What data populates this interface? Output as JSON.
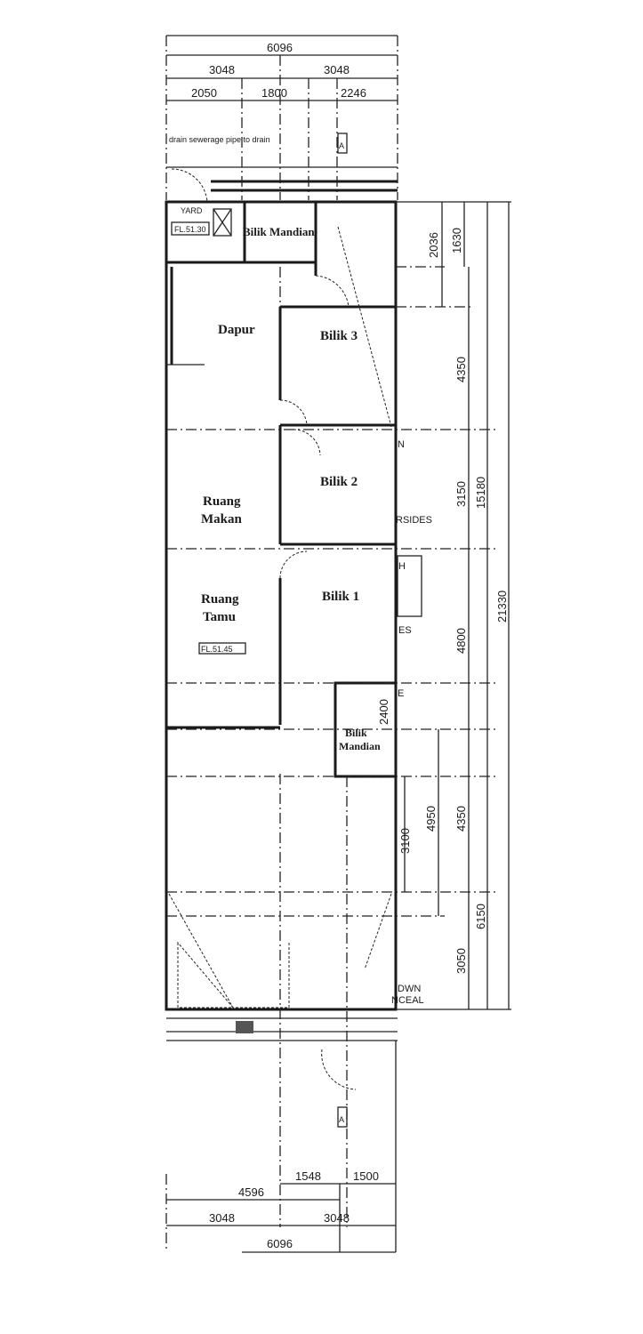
{
  "top_dimensions": {
    "overall": "6096",
    "half_left": "3048",
    "half_right": "3048",
    "seg1": "2050",
    "seg2": "1800",
    "seg3": "2246"
  },
  "note_drain": "drain sewerage pipe to drain",
  "section_marker_top": "A",
  "section_marker_bottom": "A",
  "rooms": {
    "yard": "YARD",
    "yard_level": "FL.51.30",
    "bathroom_rear": "Bilik Mandian",
    "kitchen": "Dapur",
    "bedroom3": "Bilik 3",
    "dining_line1": "Ruang",
    "dining_line2": "Makan",
    "bedroom2": "Bilik 2",
    "living_line1": "Ruang",
    "living_line2": "Tamu",
    "living_level": "FL.51.45",
    "bedroom1": "Bilik 1",
    "bathroom_front_line1": "Bilik",
    "bathroom_front_line2": "Mandian"
  },
  "side_notes": [
    "N",
    "RSIDES",
    "H",
    "ES",
    "E",
    "DWN",
    "NCEAL"
  ],
  "right_dimensions": {
    "d1630": "1630",
    "d2036": "2036",
    "d4350a": "4350",
    "d3150": "3150",
    "d15180": "15180",
    "d4800": "4800",
    "d21330": "21330",
    "d2400": "2400",
    "d3100": "3100",
    "d4950": "4950",
    "d4350b": "4350",
    "d6150": "6150",
    "d3050": "3050"
  },
  "bottom_dimensions": {
    "seg1548": "1548",
    "seg1500": "1500",
    "seg4596": "4596",
    "half_left": "3048",
    "half_right": "3048",
    "overall": "6096"
  }
}
